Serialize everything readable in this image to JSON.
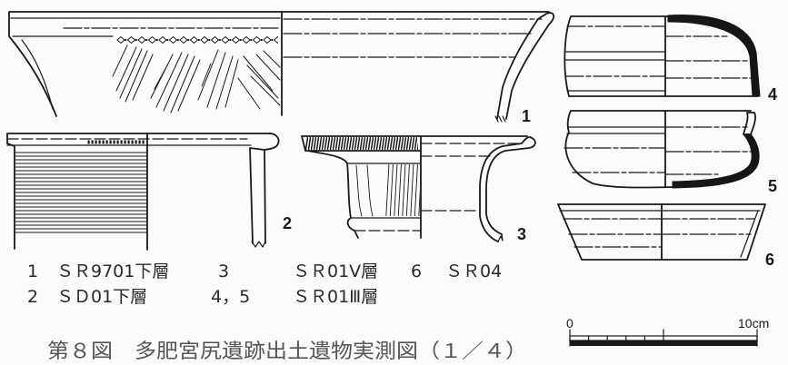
{
  "figure": {
    "caption": "第８図　多肥宮尻遺跡出土遺物実測図（１／４）",
    "item_numbers": {
      "v1": "1",
      "v2": "2",
      "v3": "3",
      "v4": "4",
      "v5": "5",
      "v6": "6"
    },
    "legend": {
      "row1": [
        {
          "num": "1",
          "context": "ＳＲ9701下層"
        },
        {
          "num": "3",
          "context": "ＳＲ01Ⅴ層"
        },
        {
          "num": "6",
          "context": "ＳＲ04"
        }
      ],
      "row2": [
        {
          "num": "2",
          "context": "ＳＤ01下層"
        },
        {
          "num": "4，5",
          "context": "ＳＲ01Ⅲ層"
        }
      ]
    },
    "scale": {
      "min_label": "0",
      "max_label": "10cm"
    }
  },
  "colors": {
    "ink": "#1a1a1a",
    "caption": "#555555",
    "paper": "#fbfbf9"
  }
}
